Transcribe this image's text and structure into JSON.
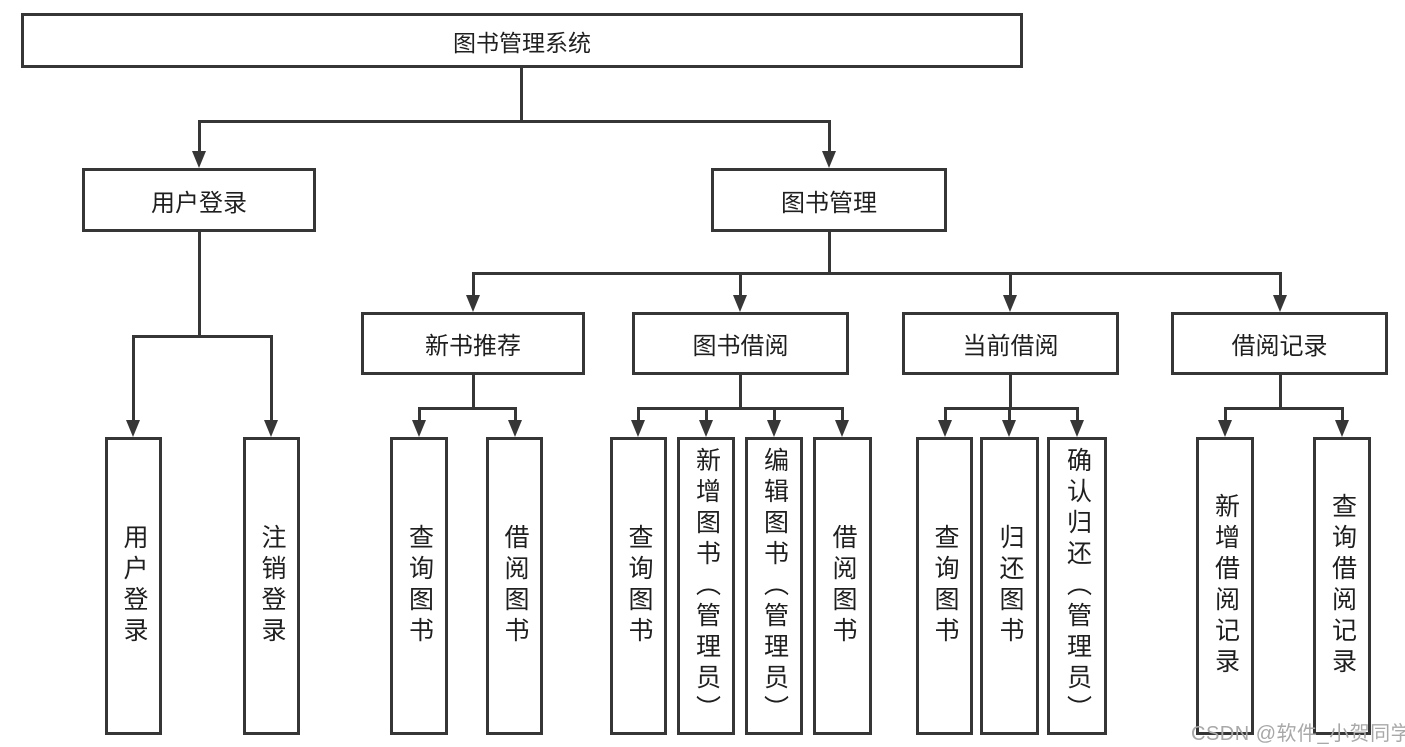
{
  "tree": {
    "label": "图书管理系统",
    "children": [
      {
        "label": "用户登录",
        "children": [
          {
            "label": "用户登录"
          },
          {
            "label": "注销登录"
          }
        ]
      },
      {
        "label": "图书管理",
        "children": [
          {
            "label": "新书推荐",
            "children": [
              {
                "label": "查询图书"
              },
              {
                "label": "借阅图书"
              }
            ]
          },
          {
            "label": "图书借阅",
            "children": [
              {
                "label": "查询图书"
              },
              {
                "label": "新增图书（管理员）"
              },
              {
                "label": "编辑图书（管理员）"
              },
              {
                "label": "借阅图书"
              }
            ]
          },
          {
            "label": "当前借阅",
            "children": [
              {
                "label": "查询图书"
              },
              {
                "label": "归还图书"
              },
              {
                "label": "确认归还（管理员）"
              }
            ]
          },
          {
            "label": "借阅记录",
            "children": [
              {
                "label": "新增借阅记录"
              },
              {
                "label": "查询借阅记录"
              }
            ]
          }
        ]
      }
    ]
  },
  "watermark": {
    "text": "CSDN @软件_小贺同学"
  },
  "colors": {
    "line": "#363636",
    "text": "#1f1f1f",
    "background": "#ffffff",
    "watermark": "#a8a8a8"
  }
}
